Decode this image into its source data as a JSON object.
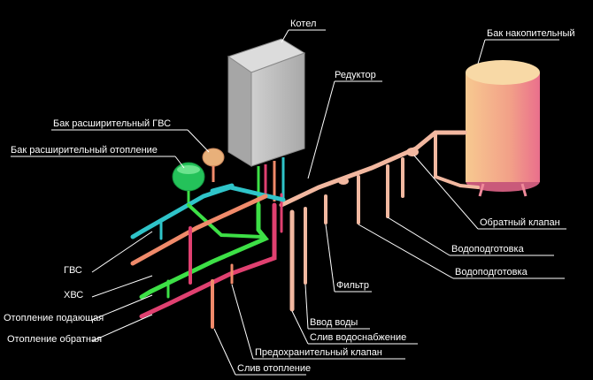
{
  "labels": {
    "kotel": "Котел",
    "bak_nakopitelny": "Бак накопительный",
    "reduktor": "Редуктор",
    "bak_gvs": "Бак расширительный ГВС",
    "bak_otoplenie": "Бак расширительный отопление",
    "gvs": "ГВС",
    "hvs": "ХВС",
    "otoplenie_podayushaya": "Отопление подающая",
    "otoplenie_obratnaya": "Отопление обратная",
    "sliv_otoplenie": "Слив отопление",
    "predohranitelny_klapan": "Предохранительный клапан",
    "sliv_vodosnabzhenie": "Слив водоснабжение",
    "vvod_vody": "Ввод воды",
    "filtr": "Фильтр",
    "vodopodgotovka_1": "Водоподготовка",
    "vodopodgotovka_2": "Водоподготовка",
    "obratny_klapan": "Обратный клапан"
  },
  "colors": {
    "background": "#000000",
    "label_text": "#ffffff",
    "leader_line": "#ffffff",
    "boiler": "#c2c2c2",
    "tank_main": "#f2b08a",
    "expansion_gvs": "#e8b07a",
    "expansion_heating": "#26c85a",
    "pipe_gvs": "#2fc4c9",
    "pipe_hvs": "#3de046",
    "pipe_supply": "#e04070",
    "pipe_return": "#f08a6a",
    "pipe_cold_inlet": "#f2b8a0"
  }
}
